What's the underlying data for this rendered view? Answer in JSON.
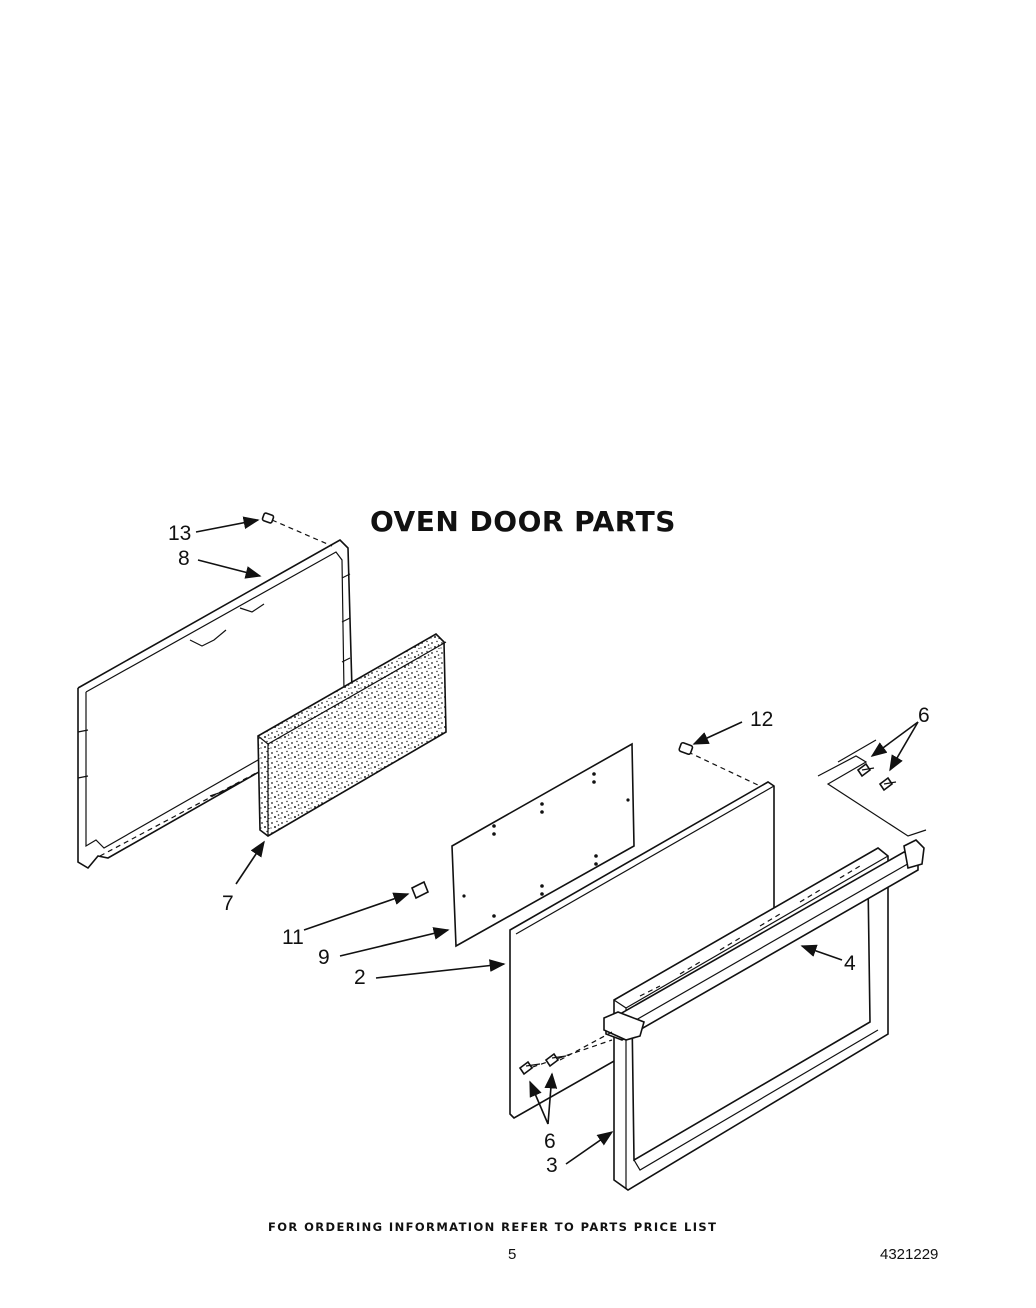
{
  "title": "OVEN DOOR PARTS",
  "footer_note": "FOR ORDERING INFORMATION REFER TO PARTS PRICE LIST",
  "page_number": "5",
  "document_number": "4321229",
  "callouts": {
    "c13": "13",
    "c8": "8",
    "c7": "7",
    "c12": "12",
    "c6_top": "6",
    "c11": "11",
    "c9": "9",
    "c2": "2",
    "c4": "4",
    "c6_bottom": "6",
    "c3": "3"
  }
}
